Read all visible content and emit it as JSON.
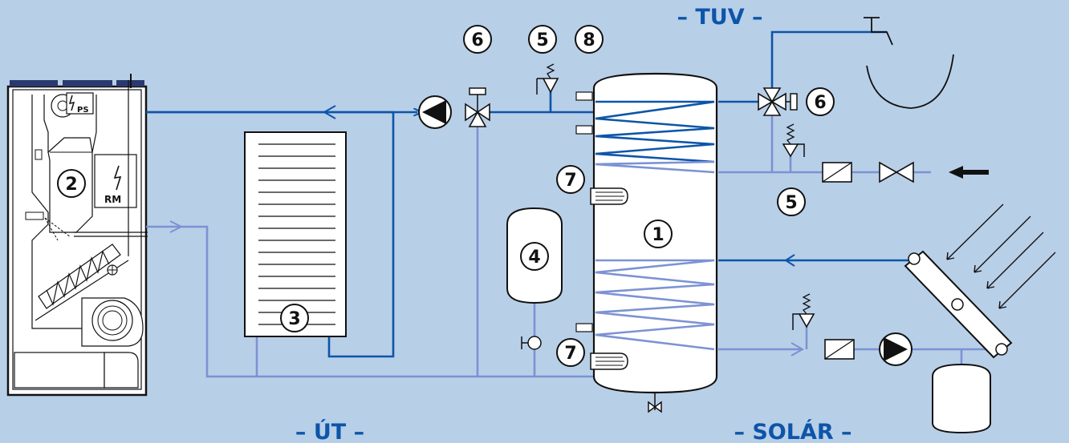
{
  "sections": {
    "dhw": "– TUV –",
    "heating": "– ÚT –",
    "solar": "– SOLÁR –"
  },
  "labels": {
    "ps": "PS",
    "rm": "RM"
  },
  "components": [
    {
      "id": "c1",
      "number": "1"
    },
    {
      "id": "c2",
      "number": "2"
    },
    {
      "id": "c3",
      "number": "3"
    },
    {
      "id": "c4",
      "number": "4"
    },
    {
      "id": "c5a",
      "number": "5"
    },
    {
      "id": "c5b",
      "number": "5"
    },
    {
      "id": "c6a",
      "number": "6"
    },
    {
      "id": "c6b",
      "number": "6"
    },
    {
      "id": "c7a",
      "number": "7"
    },
    {
      "id": "c7b",
      "number": "7"
    },
    {
      "id": "c8",
      "number": "8"
    }
  ],
  "colors": {
    "background": "#b8cfe8",
    "pipe_hot": "#0d55a8",
    "pipe_return": "#7c92d4",
    "equipment_fill": "#ffffff",
    "outline": "#111111"
  }
}
